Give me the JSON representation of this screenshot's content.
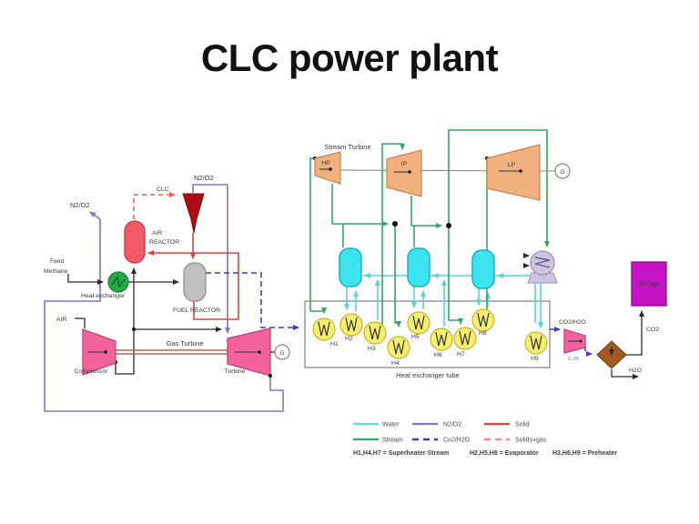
{
  "title": "CLC power plant",
  "labels": {
    "n2o2_exhaust": "N2/O2",
    "clc": "CLC",
    "n2o2_cyclone": "N2/O2",
    "air_reactor_line1": "AIR",
    "air_reactor_line2": "REACTOR",
    "fuel_reactor": "FUEL REACTOR",
    "feed_line1": "Feed",
    "feed_line2": "Methane",
    "heat_exchanger": "Heat exchanger",
    "air": "AIR",
    "compressor": "Compressor",
    "gas_turbine": "Gas Turbine",
    "turbine": "Turbine",
    "gas_generator": "G",
    "stream_turbine": "Stream Turbine",
    "hp": "HP",
    "ip": "IP",
    "lp": "LP",
    "steam_generator": "G",
    "heat_exchanger_tube": "Heat exchanger tube",
    "co2_h2o": "CO2/H2O",
    "co2_turbine_tag": "C-28",
    "storage": "Storage",
    "co2_out": "CO2",
    "h2o_out": "H2O"
  },
  "heat_exchangers": [
    "H1",
    "H2",
    "H3",
    "H4",
    "H5",
    "H6",
    "H7",
    "H8",
    "H9"
  ],
  "legend": {
    "items": [
      {
        "label": "Water",
        "color": "#5fdce6",
        "style": "solid"
      },
      {
        "label": "Stream",
        "color": "#2fa963",
        "style": "solid"
      },
      {
        "label": "N2/O2",
        "color": "#8a70bd",
        "style": "solid"
      },
      {
        "label": "Co2/H2O",
        "color": "#3c3ccc",
        "style": "dashed"
      },
      {
        "label": "Solid",
        "color": "#e0433a",
        "style": "solid"
      },
      {
        "label": "Solids+gas",
        "color": "#ef8d86",
        "style": "dashed"
      }
    ],
    "notes": [
      "H1,H4,H7 = Superheater Stream",
      "H2,H5,H8 = Evaporator",
      "H3,H6,H9 = Preheater"
    ]
  },
  "colors": {
    "water_line": "#55d2e2",
    "steam_line": "#2fa963",
    "n2o2_line": "#8a70bd",
    "co2_h2o_line": "#3c3ccc",
    "solid_line": "#e0433a",
    "solids_gas_line": "#e86058",
    "air_reactor_fill": "#f25b66",
    "fuel_reactor_fill": "#bfbfbf",
    "cyclone_fill": "#ac0d12",
    "steam_turbine_fill": "#f0b17e",
    "gas_turbine_fill": "#f2639c",
    "drum_fill": "#3ce4f0",
    "heat_exchanger_fill": "#f5ef6e",
    "condenser_fill": "#ccc4e0",
    "storage_fill": "#c513c5",
    "separator_fill": "#a2591f",
    "methane_hx_fill": "#27a844"
  }
}
